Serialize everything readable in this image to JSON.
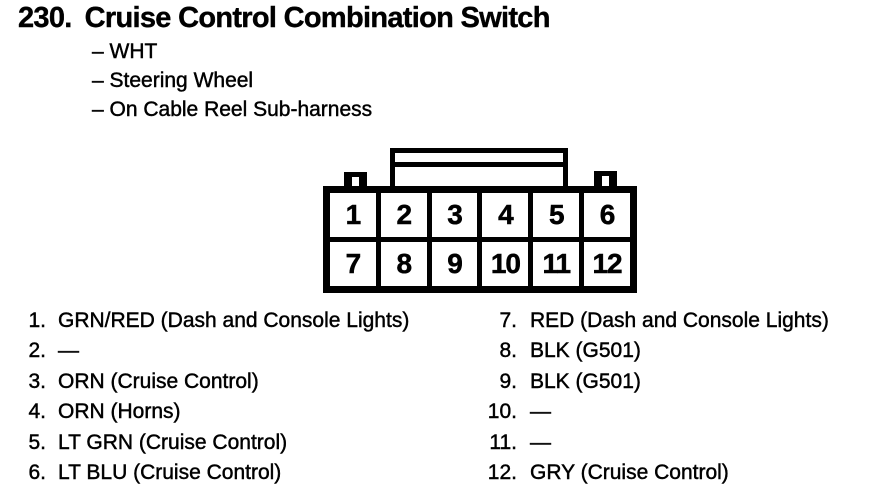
{
  "colors": {
    "text": "#000000",
    "background": "#ffffff"
  },
  "header": {
    "item_number": "230.",
    "title": "Cruise Control Combination Switch",
    "bullets": [
      "– WHT",
      "– Steering Wheel",
      "– On Cable Reel Sub-harness"
    ]
  },
  "connector": {
    "cells": [
      "1",
      "2",
      "3",
      "4",
      "5",
      "6",
      "7",
      "8",
      "9",
      "10",
      "11",
      "12"
    ]
  },
  "pin_list": {
    "left": [
      {
        "num": "1.",
        "desc": "GRN/RED (Dash and Console Lights)"
      },
      {
        "num": "2.",
        "desc": "—"
      },
      {
        "num": "3.",
        "desc": "ORN (Cruise Control)"
      },
      {
        "num": "4.",
        "desc": "ORN (Horns)"
      },
      {
        "num": "5.",
        "desc": "LT GRN (Cruise Control)"
      },
      {
        "num": "6.",
        "desc": "LT BLU (Cruise Control)"
      }
    ],
    "right": [
      {
        "num": "7.",
        "desc": "RED (Dash and Console Lights)"
      },
      {
        "num": "8.",
        "desc": "BLK (G501)"
      },
      {
        "num": "9.",
        "desc": "BLK (G501)"
      },
      {
        "num": "10.",
        "desc": "—"
      },
      {
        "num": "11.",
        "desc": "—"
      },
      {
        "num": "12.",
        "desc": "GRY (Cruise Control)"
      }
    ]
  }
}
